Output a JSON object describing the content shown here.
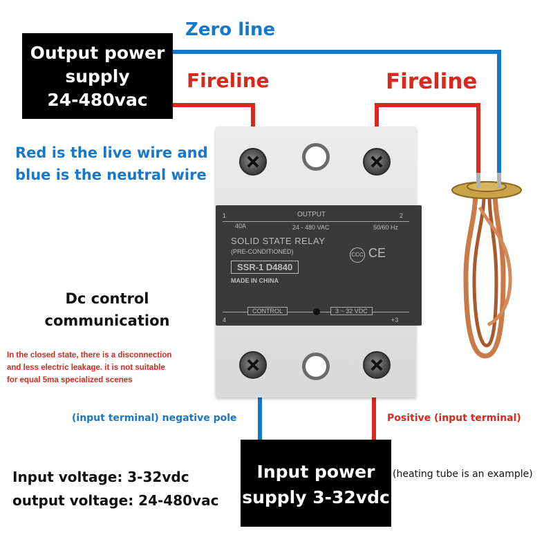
{
  "output_box": {
    "line1": "Output power",
    "line2": "supply",
    "line3": "24-480vac"
  },
  "labels": {
    "zero_line": "Zero line",
    "fireline_left": "Fireline",
    "fireline_right": "Fireline",
    "wire_note_1": "Red is the live wire and",
    "wire_note_2": "blue is the neutral wire",
    "dc_control_1": "Dc control",
    "dc_control_2": "communication",
    "warning_1": "In the closed state, there is a disconnection",
    "warning_2": "and less electric leakage. it is not suitable",
    "warning_3": "for equal 5ma specialized scenes",
    "negative_pole": "(input terminal) negative pole",
    "positive_pole": "Positive (input terminal)",
    "input_voltage": "Input voltage: 3-32vdc",
    "output_voltage": "output voltage: 24-480vac",
    "heating_note": "(heating tube is an example)"
  },
  "input_box": {
    "line1": "Input power",
    "line2": "supply 3-32vdc"
  },
  "relay": {
    "output_label": "OUTPUT",
    "output_range": "24 - 480 VAC",
    "current": "40A",
    "terminal_1": "1",
    "terminal_2": "2",
    "terminal_3": "+3",
    "terminal_4": "4",
    "frequency": "50/60 Hz",
    "title": "SOLID STATE RELAY",
    "subtitle": "(PRE-CONDITIONED)",
    "model": "SSR-1 D4840",
    "origin": "MADE IN CHINA",
    "control_label": "CONTROL",
    "control_range": "3 ~ 32 VDC",
    "cert_mark": "CCC",
    "ce_mark": "CE"
  },
  "colors": {
    "live_wire": "#d9281d",
    "neutral_wire": "#1877c9",
    "box": "#000000"
  }
}
